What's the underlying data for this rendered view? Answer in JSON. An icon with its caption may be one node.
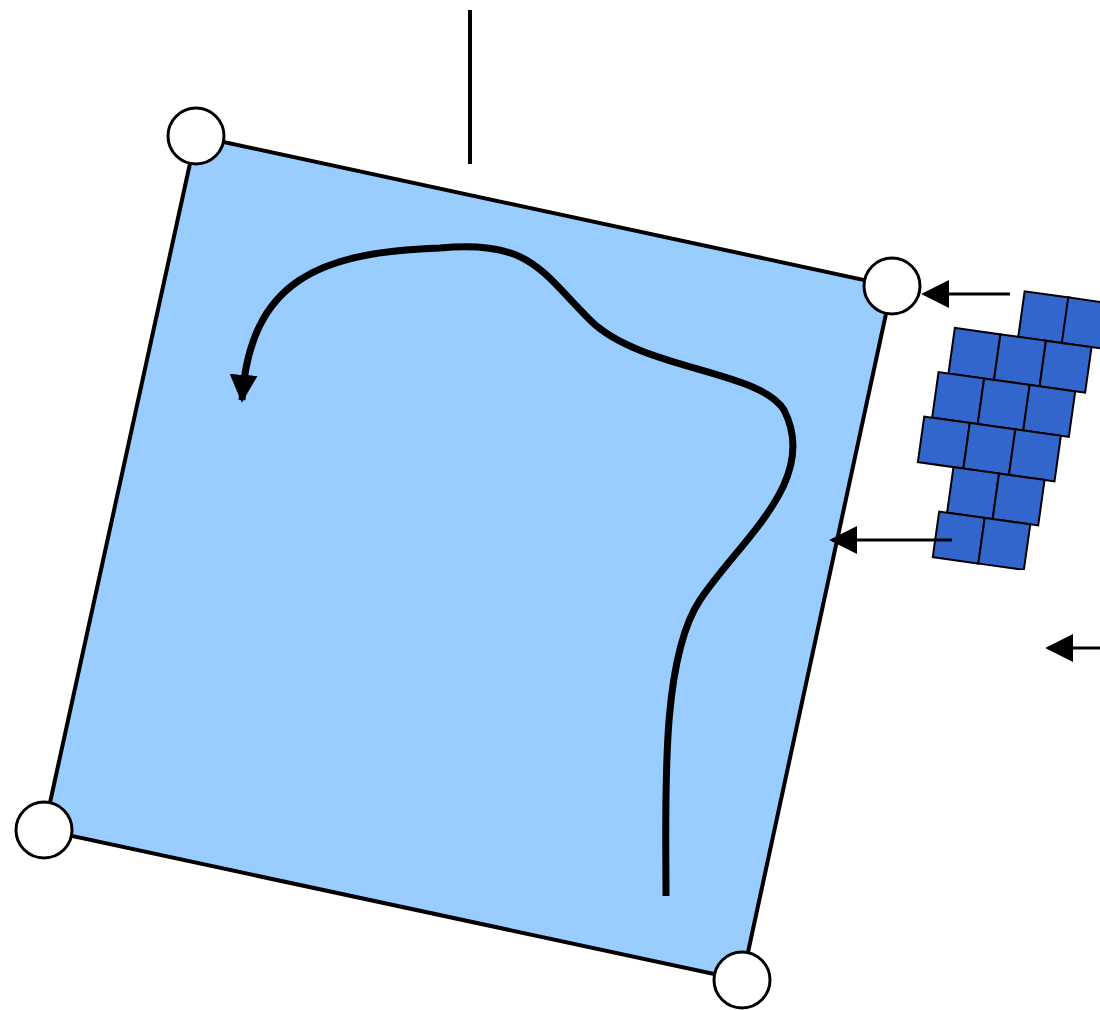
{
  "diagram": {
    "nodes": [
      {
        "text": [],
        "shape": "box"
      },
      {
        "text": [],
        "shape": "circle"
      },
      {
        "text": [],
        "shape": "circle"
      },
      {
        "text": [],
        "shape": "circle"
      },
      {
        "text": [],
        "shape": "circle"
      },
      {
        "text": [],
        "shape": "picture"
      }
    ],
    "edges": [
      {
        "from": 5,
        "to": 2,
        "arrow": "to"
      },
      {
        "from": 5,
        "to": 0,
        "arrow": "to"
      }
    ]
  }
}
